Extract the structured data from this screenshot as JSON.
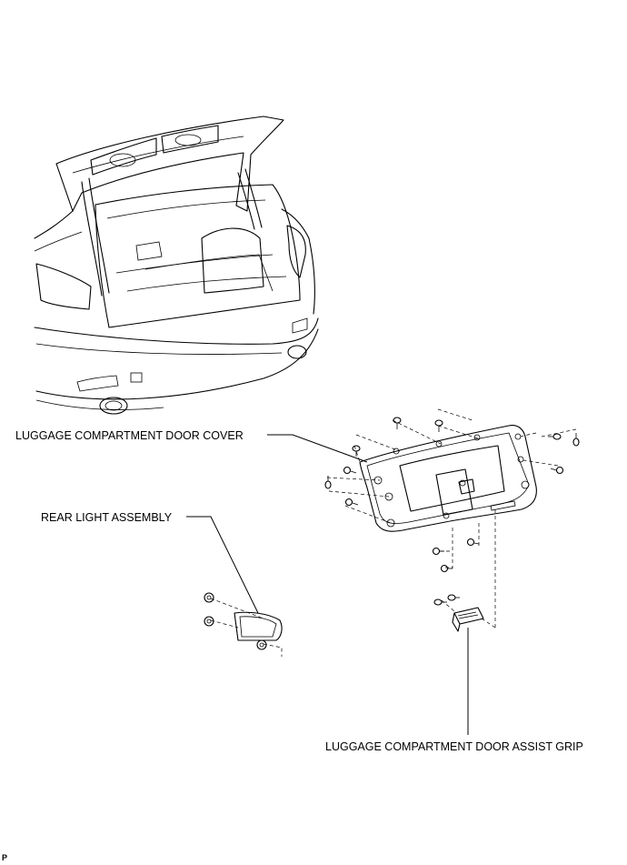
{
  "labels": {
    "door_cover": "LUGGAGE COMPARTMENT DOOR COVER",
    "rear_light": "REAR LIGHT ASSEMBLY",
    "assist_grip": "LUGGAGE COMPARTMENT DOOR ASSIST GRIP"
  },
  "corner_mark": "P",
  "icons": [
    "clip-icon",
    "screw-icon"
  ]
}
